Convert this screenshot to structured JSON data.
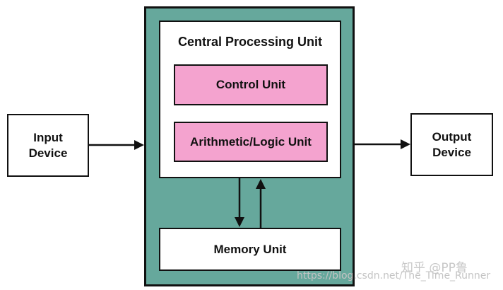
{
  "input_device": {
    "label_line1": "Input",
    "label_line2": "Device"
  },
  "output_device": {
    "label_line1": "Output",
    "label_line2": "Device"
  },
  "cpu": {
    "title": "Central Processing Unit",
    "control_unit": "Control Unit",
    "alu": "Arithmetic/Logic Unit"
  },
  "memory_unit": "Memory Unit",
  "watermark": {
    "zhihu": "知乎 @PP鲁",
    "url": "https://blog.csdn.net/The_Time_Runner"
  },
  "colors": {
    "cpu_background": "#66a89c",
    "unit_fill": "#f4a3cf",
    "border": "#111111"
  }
}
